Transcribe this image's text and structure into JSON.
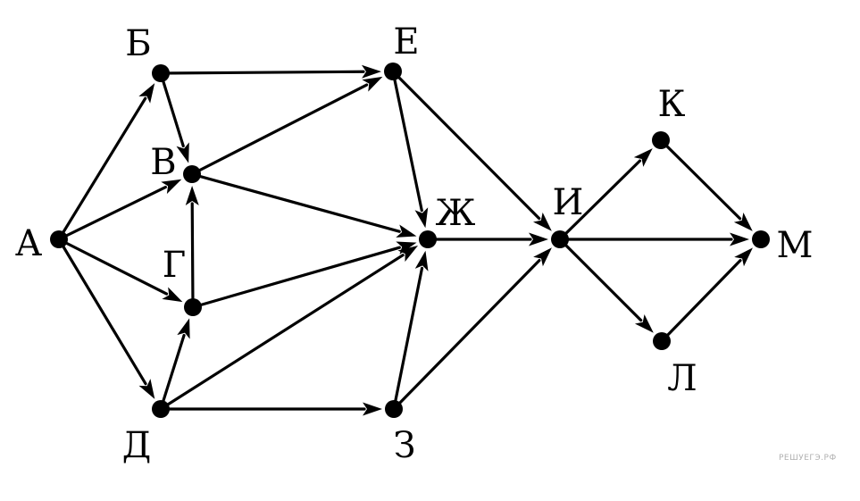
{
  "graph": {
    "directed": true,
    "nodes": [
      {
        "id": "A",
        "label": "А"
      },
      {
        "id": "B",
        "label": "Б"
      },
      {
        "id": "V",
        "label": "В"
      },
      {
        "id": "G",
        "label": "Г"
      },
      {
        "id": "D",
        "label": "Д"
      },
      {
        "id": "E",
        "label": "Е"
      },
      {
        "id": "ZH",
        "label": "Ж"
      },
      {
        "id": "Z",
        "label": "З"
      },
      {
        "id": "I",
        "label": "И"
      },
      {
        "id": "K",
        "label": "К"
      },
      {
        "id": "L",
        "label": "Л"
      },
      {
        "id": "M",
        "label": "М"
      }
    ],
    "edges": [
      {
        "from": "A",
        "to": "B"
      },
      {
        "from": "A",
        "to": "V"
      },
      {
        "from": "A",
        "to": "G"
      },
      {
        "from": "A",
        "to": "D"
      },
      {
        "from": "B",
        "to": "E"
      },
      {
        "from": "B",
        "to": "V"
      },
      {
        "from": "V",
        "to": "E"
      },
      {
        "from": "V",
        "to": "ZH"
      },
      {
        "from": "G",
        "to": "V"
      },
      {
        "from": "G",
        "to": "ZH"
      },
      {
        "from": "D",
        "to": "G"
      },
      {
        "from": "D",
        "to": "ZH"
      },
      {
        "from": "D",
        "to": "Z"
      },
      {
        "from": "E",
        "to": "ZH"
      },
      {
        "from": "E",
        "to": "I"
      },
      {
        "from": "Z",
        "to": "ZH"
      },
      {
        "from": "Z",
        "to": "I"
      },
      {
        "from": "ZH",
        "to": "I"
      },
      {
        "from": "I",
        "to": "K"
      },
      {
        "from": "I",
        "to": "M"
      },
      {
        "from": "I",
        "to": "L"
      },
      {
        "from": "K",
        "to": "M"
      },
      {
        "from": "L",
        "to": "M"
      }
    ]
  },
  "watermark": "РЕШУЕГЭ.РФ"
}
